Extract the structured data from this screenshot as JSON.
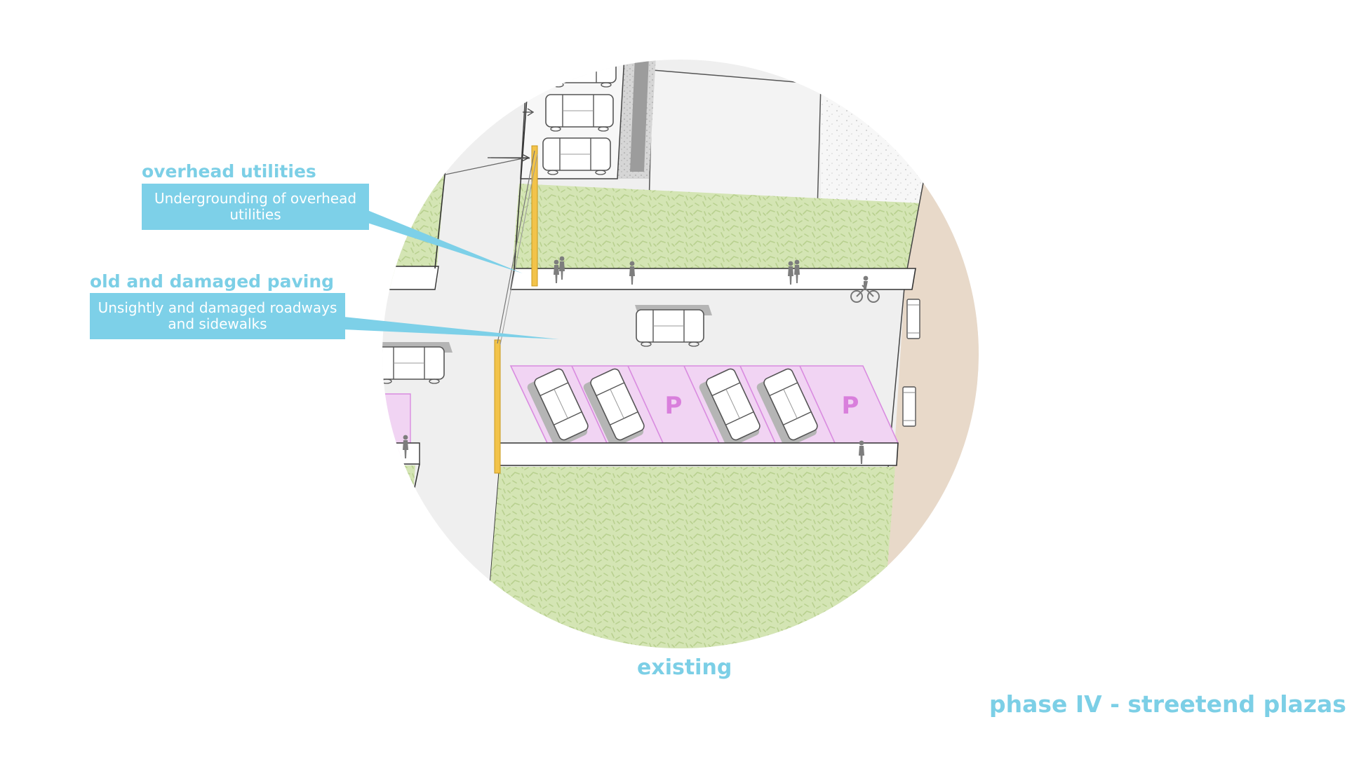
{
  "callouts": [
    {
      "title": "overhead utilities",
      "description": "Undergrounding of overhead utilities"
    },
    {
      "title": "old and damaged paving",
      "description": "Unsightly and damaged roadways and sidewalks"
    }
  ],
  "parking_labels": [
    "P",
    "P"
  ],
  "caption": "existing",
  "phase_label": "phase IV - streetend plazas",
  "colors": {
    "accent": "#7dd0e8",
    "grass": "#d3e4b2",
    "grass_dark": "#b6cf8d",
    "parking": "#f0d5f2",
    "parking_text": "#d97fdc",
    "pole": "#f2c34a",
    "road": "#efefef",
    "waterfront": "#e8d9c9"
  },
  "icons": [
    "car-icon",
    "pedestrian-icon",
    "cyclist-icon",
    "bench-icon",
    "utility-pole-icon",
    "callout-pointer"
  ]
}
